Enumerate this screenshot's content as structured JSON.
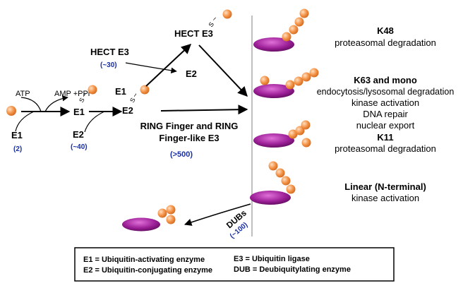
{
  "labels": {
    "atp": "ATP",
    "amp_ppi": "AMP +PPi",
    "e1": "E1",
    "e1_count": "(2)",
    "e1_thioester": "E1",
    "e2": "E2",
    "e2_count": "(~40)",
    "e1_top": "E1",
    "e2_mid": "E2",
    "hect_e3_mid": "HECT E3",
    "hect_e3_mid_count": "(~30)",
    "e2_released": "E2",
    "hect_e3_top": "HECT E3",
    "ring_line1": "RING Finger and RING",
    "ring_line2": "Finger-like E3",
    "ring_count": "(>500)",
    "dubs": "DUBs",
    "dubs_count": "(~100)",
    "s_label": "S",
    "bond": "~"
  },
  "outcomes": [
    {
      "title": "K48",
      "lines": [
        "proteasomal degradation"
      ]
    },
    {
      "title": "K63 and mono",
      "lines": [
        "endocytosis/lysosomal degradation",
        "kinase activation",
        "DNA repair",
        "nuclear export"
      ]
    },
    {
      "title": "K11",
      "lines": [
        "proteasomal degradation"
      ]
    },
    {
      "title": "Linear (N-terminal)",
      "lines": [
        "kinase activation"
      ]
    }
  ],
  "legend": {
    "left": [
      "E1 = Ubiquitin-activating enzyme",
      "E2 = Ubiquitin-conjugating enzyme"
    ],
    "right": [
      "E3 = Ubiquitin ligase",
      "DUB = Deubiquitylating enzyme"
    ]
  },
  "colors": {
    "substrate": "#8a1a8a",
    "ubiquitin": "#f4954a",
    "count_text": "#1a2fa3"
  }
}
